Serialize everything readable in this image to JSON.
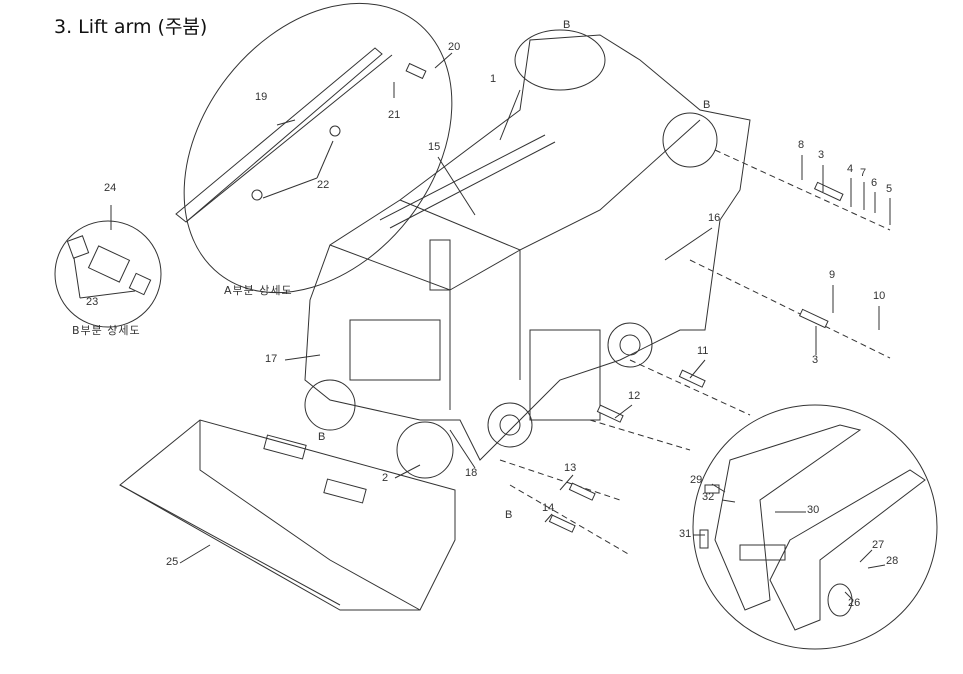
{
  "title": "3. Lift arm (주붐)",
  "captions": {
    "detail_a": "A부분 상세도",
    "detail_b": "B부분 상세도"
  },
  "callouts": [
    "1",
    "2",
    "3",
    "3",
    "4",
    "5",
    "6",
    "7",
    "8",
    "9",
    "10",
    "11",
    "12",
    "13",
    "14",
    "15",
    "16",
    "17",
    "18",
    "19",
    "20",
    "21",
    "22",
    "23",
    "24",
    "25",
    "26",
    "27",
    "28",
    "29",
    "30",
    "31",
    "32"
  ],
  "markers": [
    "B",
    "B",
    "B",
    "B"
  ]
}
